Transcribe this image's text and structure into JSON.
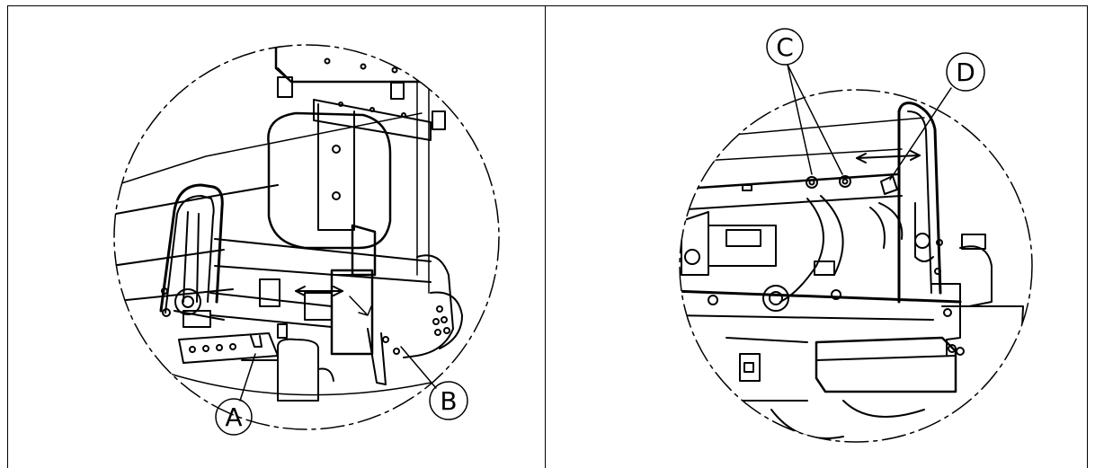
{
  "callouts": {
    "a": "A",
    "b": "B",
    "c": "C",
    "d": "D"
  },
  "colors": {
    "line": "#000000",
    "background": "#ffffff"
  }
}
